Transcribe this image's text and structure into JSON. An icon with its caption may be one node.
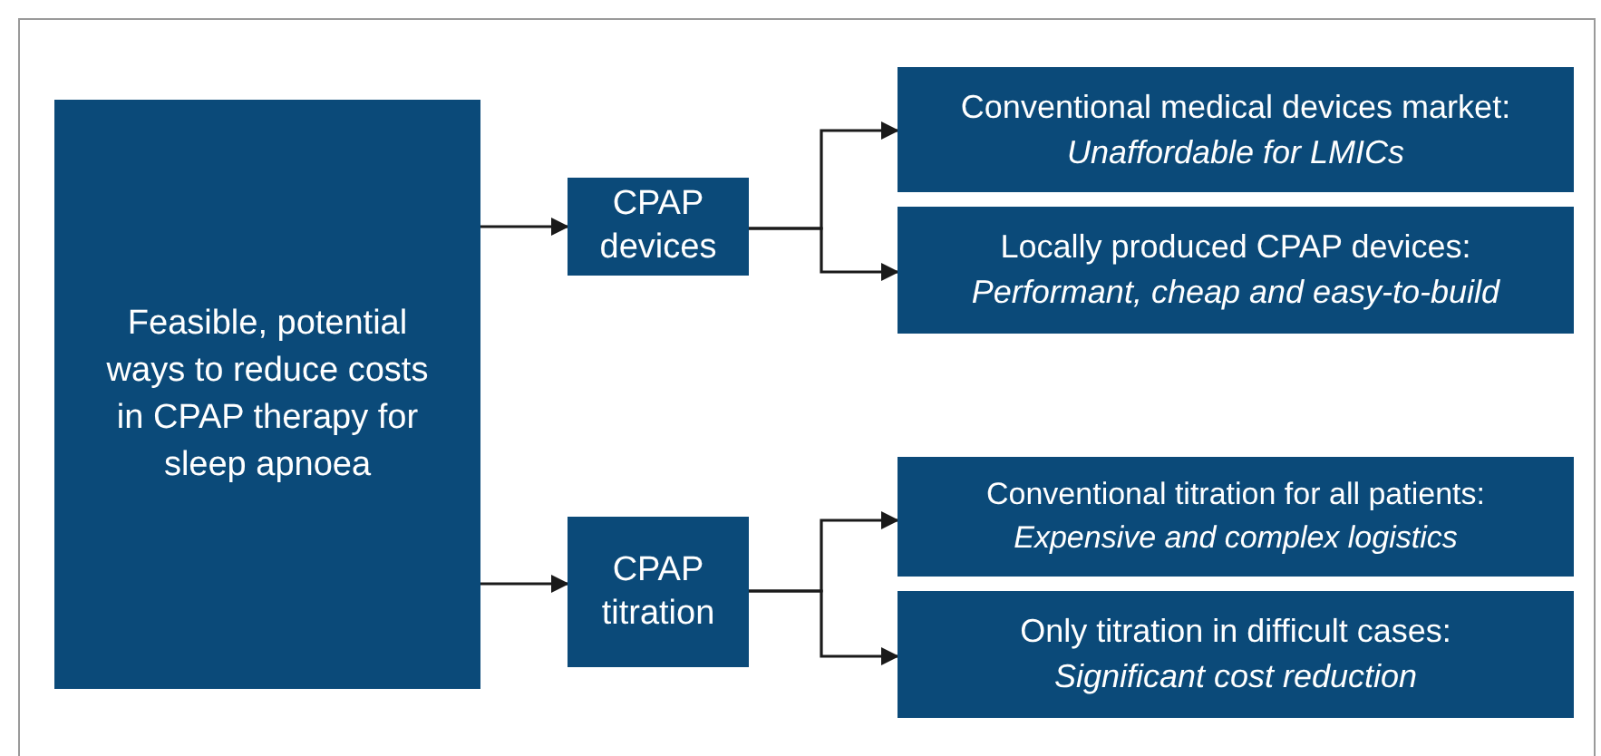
{
  "diagram": {
    "nodes": [
      {
        "text": [
          "Feasible, potential ways to reduce costs in CPAP therapy for sleep apnoea"
        ]
      },
      {
        "text": [
          "CPAP devices"
        ]
      },
      {
        "text": [
          "CPAP titration"
        ]
      },
      {
        "text": [
          "Conventional medical devices market:",
          "Unaffordable for LMICs"
        ]
      },
      {
        "text": [
          "Locally produced CPAP devices:",
          "Performant, cheap and easy-to-build"
        ]
      },
      {
        "text": [
          "Conventional titration for all patients:",
          "Expensive and complex logistics"
        ]
      },
      {
        "text": [
          "Only titration in difficult cases:",
          "Significant cost reduction"
        ]
      }
    ],
    "edges": [
      {
        "from": 0,
        "to": 1,
        "arrow": "to"
      },
      {
        "from": 0,
        "to": 2,
        "arrow": "to"
      },
      {
        "from": 1,
        "to": 3,
        "arrow": "to"
      },
      {
        "from": 1,
        "to": 4,
        "arrow": "to"
      },
      {
        "from": 2,
        "to": 5,
        "arrow": "to"
      },
      {
        "from": 2,
        "to": 6,
        "arrow": "to"
      }
    ]
  }
}
